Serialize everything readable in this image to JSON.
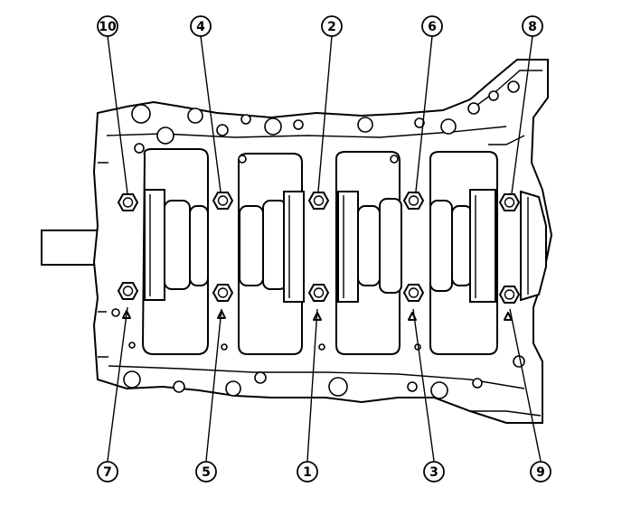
{
  "callouts": [
    {
      "label": "10",
      "pos": "top",
      "bolt_column": 1,
      "bolt_row": "upper"
    },
    {
      "label": "4",
      "pos": "top",
      "bolt_column": 2,
      "bolt_row": "upper"
    },
    {
      "label": "2",
      "pos": "top",
      "bolt_column": 3,
      "bolt_row": "upper"
    },
    {
      "label": "6",
      "pos": "top",
      "bolt_column": 4,
      "bolt_row": "upper"
    },
    {
      "label": "8",
      "pos": "top",
      "bolt_column": 5,
      "bolt_row": "upper"
    },
    {
      "label": "7",
      "pos": "bottom",
      "bolt_column": 1,
      "bolt_row": "lower"
    },
    {
      "label": "5",
      "pos": "bottom",
      "bolt_column": 2,
      "bolt_row": "lower"
    },
    {
      "label": "1",
      "pos": "bottom",
      "bolt_column": 3,
      "bolt_row": "lower"
    },
    {
      "label": "3",
      "pos": "bottom",
      "bolt_column": 4,
      "bolt_row": "lower"
    },
    {
      "label": "9",
      "pos": "bottom",
      "bolt_column": 5,
      "bolt_row": "lower"
    }
  ]
}
